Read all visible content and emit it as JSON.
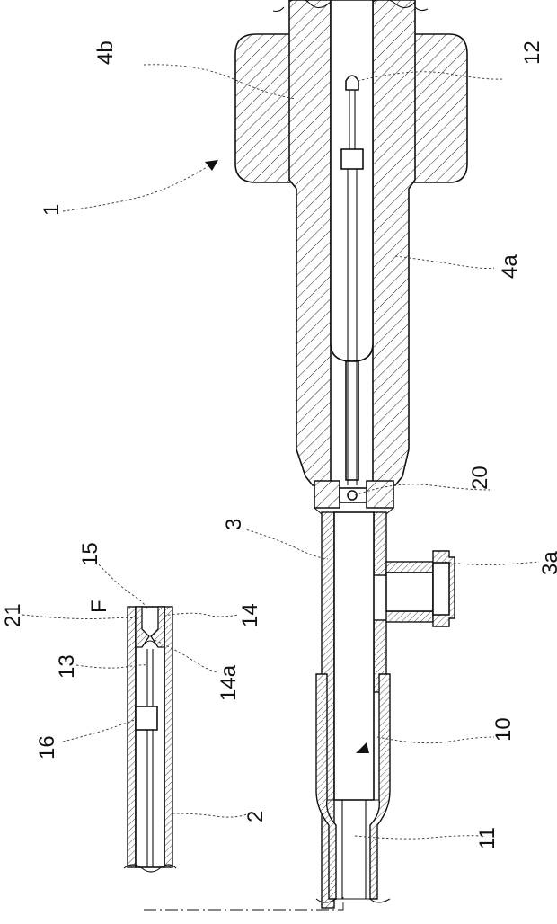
{
  "labels": {
    "l_4b": "4b",
    "l_12": "12",
    "l_1": "1",
    "l_4a": "4a",
    "l_20": "20",
    "l_3": "3",
    "l_3a": "3a",
    "l_15": "15",
    "l_F": "F",
    "l_21": "21",
    "l_14": "14",
    "l_13": "13",
    "l_14a": "14a",
    "l_16": "16",
    "l_10": "10",
    "l_2": "2",
    "l_11": "11"
  },
  "colors": {
    "ink": "#111111",
    "paper": "#ffffff"
  }
}
